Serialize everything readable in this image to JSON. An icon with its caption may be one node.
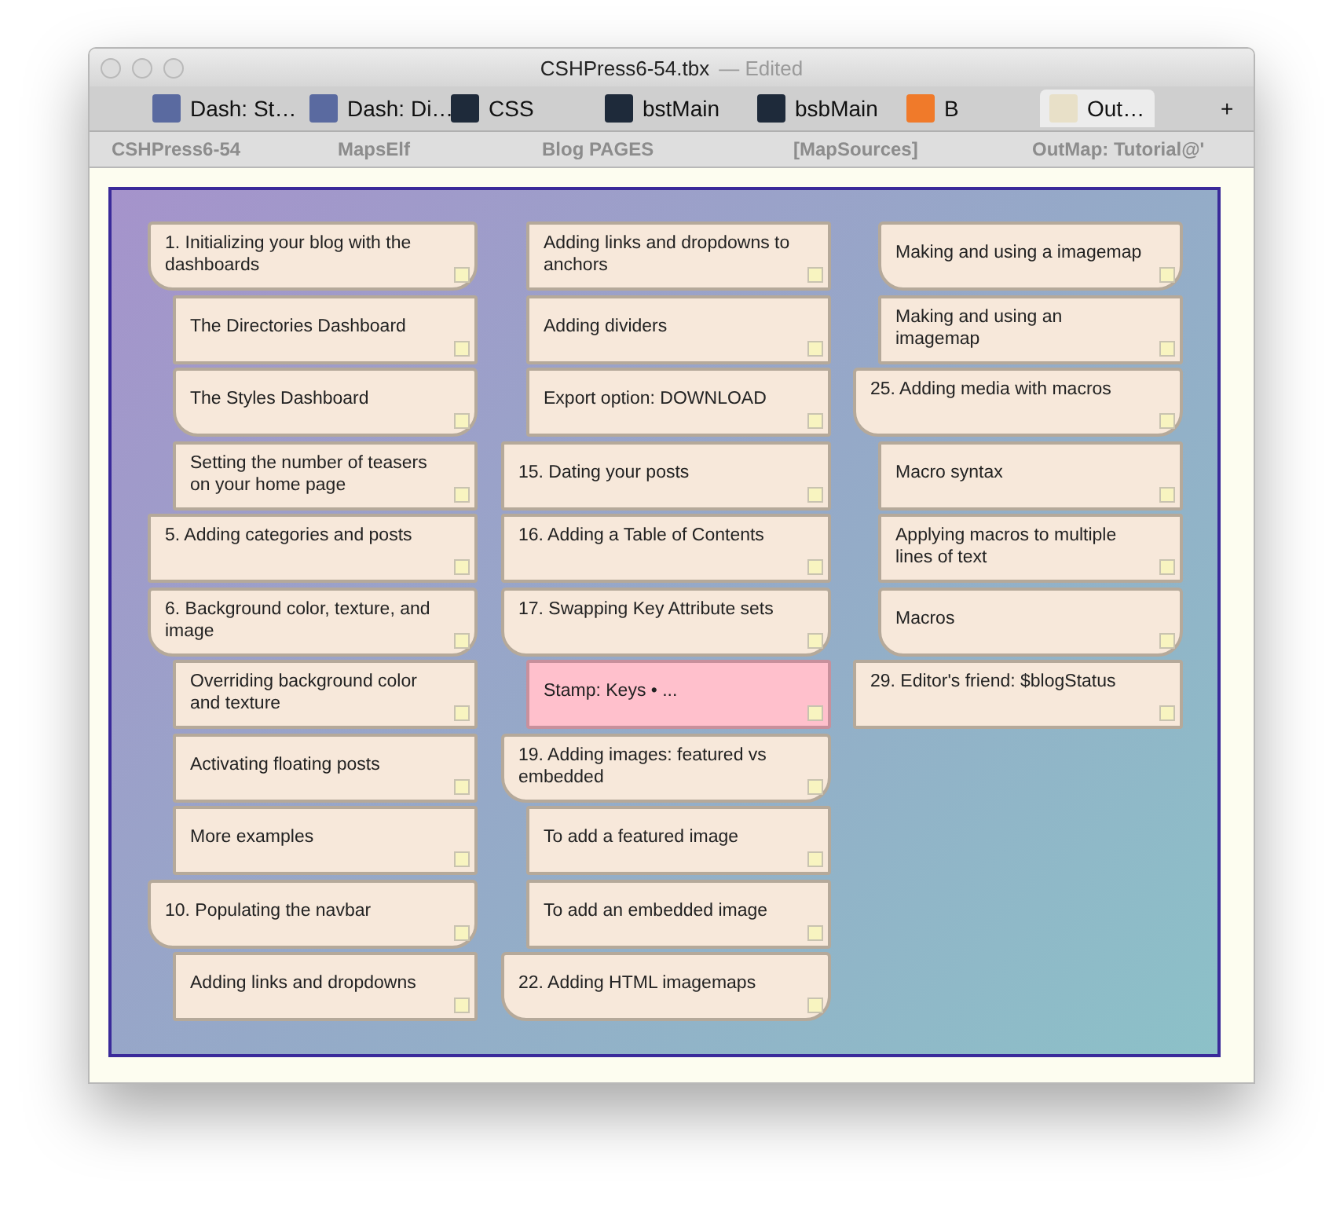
{
  "diagram": {
    "title": "CSHPress6-54.tbx",
    "nodes": [
      {
        "text": [
          "1. Initializing your blog with the dashboards"
        ]
      },
      {
        "text": [
          "The Directories Dashboard"
        ]
      },
      {
        "text": [
          "The Styles Dashboard"
        ]
      },
      {
        "text": [
          "Setting the number of teasers on your home page"
        ]
      },
      {
        "text": [
          "5. Adding categories and posts"
        ]
      },
      {
        "text": [
          "6. Background color, texture, and image"
        ]
      },
      {
        "text": [
          "Overriding background color and texture"
        ]
      },
      {
        "text": [
          "Activating floating posts"
        ]
      },
      {
        "text": [
          "More examples"
        ]
      },
      {
        "text": [
          "10. Populating the navbar"
        ]
      },
      {
        "text": [
          "Adding links and dropdowns"
        ]
      },
      {
        "text": [
          "Adding links and dropdowns to anchors"
        ]
      },
      {
        "text": [
          "Adding dividers"
        ]
      },
      {
        "text": [
          "Export option: DOWNLOAD"
        ]
      },
      {
        "text": [
          "15. Dating your posts"
        ]
      },
      {
        "text": [
          "16. Adding a Table of Contents"
        ]
      },
      {
        "text": [
          "17. Swapping Key Attribute sets"
        ]
      },
      {
        "text": [
          "Stamp: Keys • ..."
        ]
      },
      {
        "text": [
          "19. Adding images: featured vs embedded"
        ]
      },
      {
        "text": [
          "To add a featured image"
        ]
      },
      {
        "text": [
          "To add an embedded image"
        ]
      },
      {
        "text": [
          "22. Adding HTML imagemaps"
        ]
      },
      {
        "text": [
          "Making and using a imagemap"
        ]
      },
      {
        "text": [
          "Making and using an imagemap"
        ]
      },
      {
        "text": [
          "25. Adding media with macros"
        ]
      },
      {
        "text": [
          "Macro syntax"
        ]
      },
      {
        "text": [
          "Applying macros to multiple lines of text"
        ]
      },
      {
        "text": [
          "Macros"
        ]
      },
      {
        "text": [
          "29. Editor's friend: $blogStatus"
        ]
      }
    ],
    "labels": [
      "— Edited",
      "Dash: St…",
      "Dash: Di…",
      "CSS",
      "bstMain",
      "bsbMain",
      "B",
      "Out…",
      "+",
      "CSHPress6-54",
      "MapsElf",
      "Blog PAGES",
      "[MapSources]",
      "OutMap: Tutorial@'"
    ]
  }
}
